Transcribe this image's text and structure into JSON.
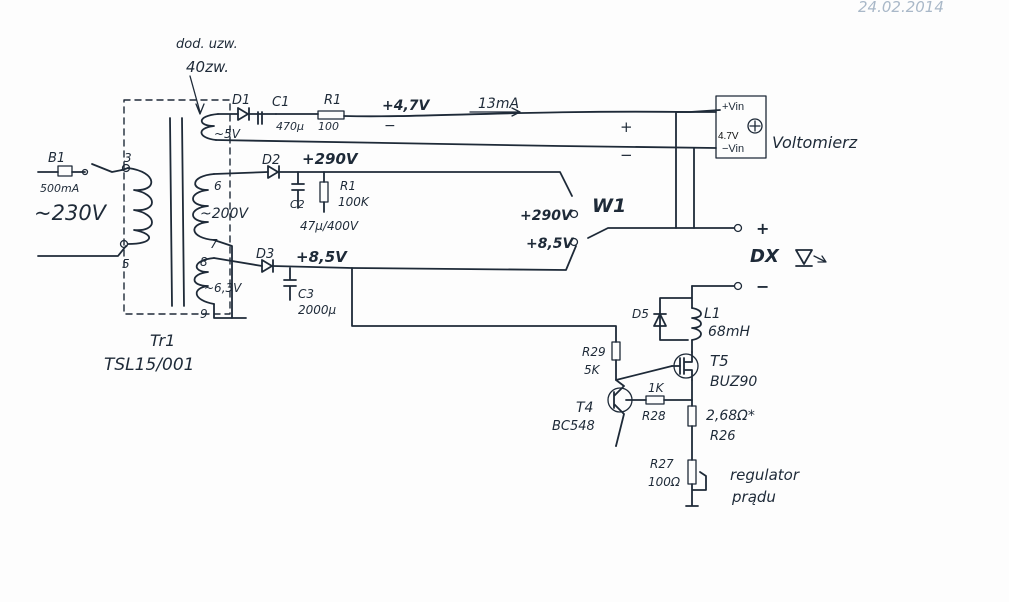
{
  "corner_note": "24.02.2014",
  "transformer": {
    "name": "Tr1",
    "model": "TSL15/001",
    "added_winding_note_line1": "dod. uzw.",
    "added_winding_note_line2": "40zw.",
    "primary_voltage": "~230V",
    "sec_200": "~200V",
    "sec_6v3": "~6,3V",
    "aux_5v": "~5V",
    "pins": [
      "3",
      "5",
      "6",
      "7",
      "8",
      "9"
    ]
  },
  "fuse": {
    "ref": "B1",
    "rating": "500mA"
  },
  "aux_branch": {
    "diode": "D1",
    "cap": "C1",
    "cap_value": "470µ",
    "resistor": "R1",
    "resistor_value": "100",
    "voltage": "+4,7V",
    "current": "13mA",
    "plus_mark": "+",
    "minus_mark": "−"
  },
  "hv_branch": {
    "diode": "D2",
    "voltage": "+290V",
    "cap": "C2",
    "cap_value": "47µ/400V",
    "resistor": "R1",
    "resistor_value": "100K"
  },
  "lv_branch": {
    "diode": "D3",
    "voltage": "+8,5V",
    "cap": "C3",
    "cap_value": "2000µ"
  },
  "switch": {
    "ref": "W1",
    "pos_hv": "+290V",
    "pos_lv": "+8,5V"
  },
  "voltmeter": {
    "plus_in": "+Vin",
    "minus_in": "−Vin",
    "display": "4.7V",
    "label": "Voltomierz",
    "plus": "+",
    "minus": "−"
  },
  "output": {
    "dut": "DX",
    "plus": "+",
    "minus": "−"
  },
  "regulator": {
    "d5": "D5",
    "l1": "L1",
    "l1_value": "68mH",
    "r29": "R29",
    "r29_value": "5K",
    "t5": "T5",
    "t5_part": "BUZ90",
    "t4": "T4",
    "t4_part": "BC548",
    "r28": "R28",
    "r28_value": "1K",
    "r26": "R26",
    "r26_value": "2,68Ω*",
    "r27": "R27",
    "r27_value": "100Ω",
    "pot_note_line1": "regulator",
    "pot_note_line2": "prądu"
  }
}
